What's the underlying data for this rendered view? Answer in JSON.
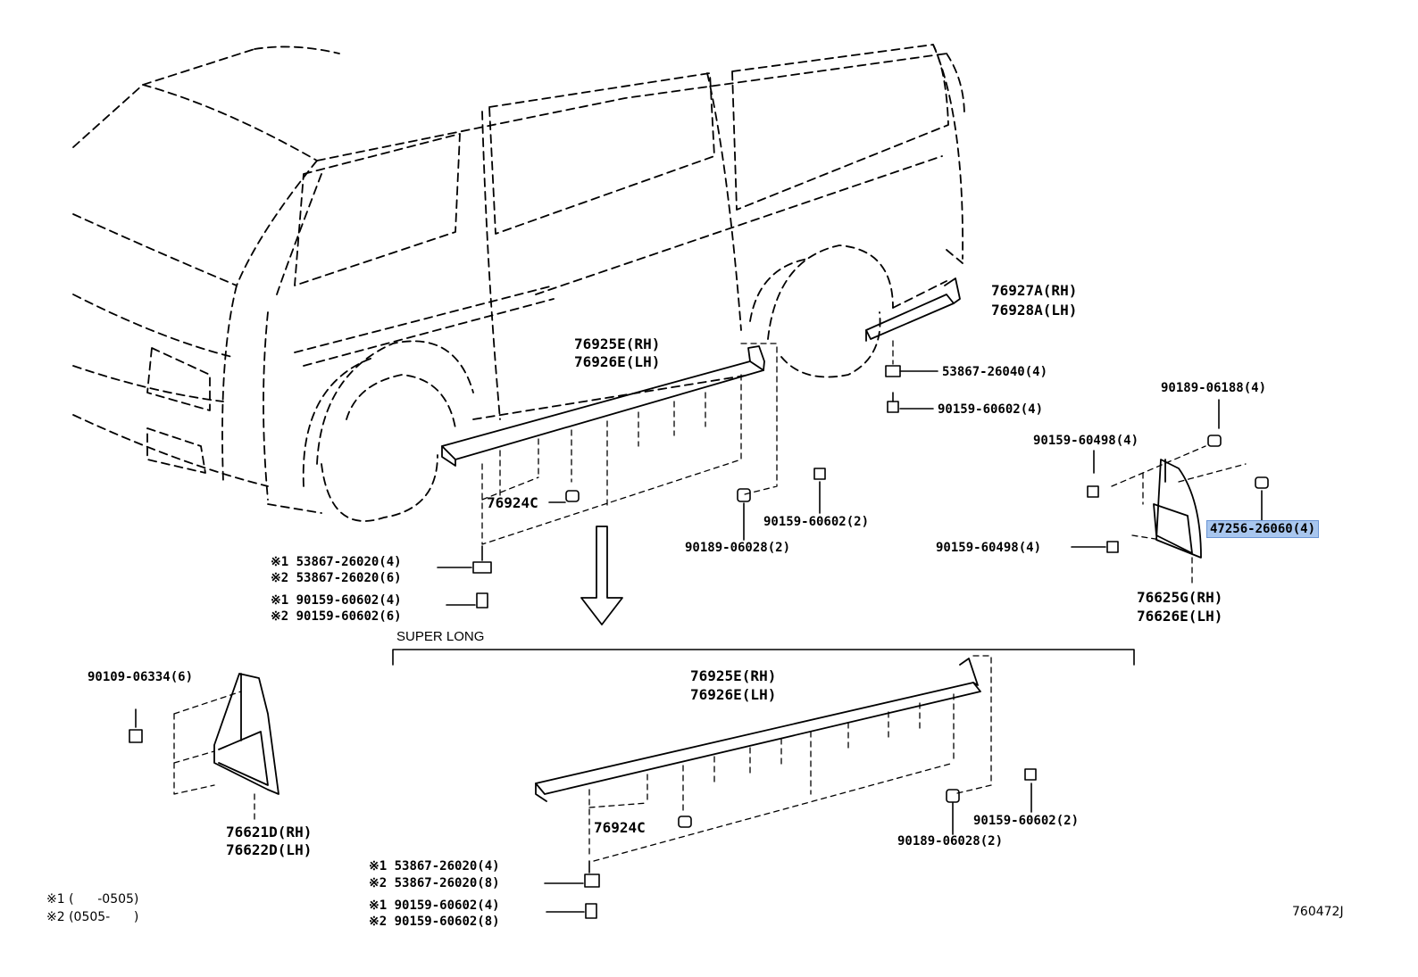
{
  "labels": {
    "molding_rh": "76925E(RH)",
    "molding_lh": "76926E(LH)",
    "rear_ext_rh": "76927A(RH)",
    "rear_ext_lh": "76928A(LH)",
    "nut_rear": "53867-26040(4)",
    "screw_rear": "90159-60602(4)",
    "clip_top": "90189-06188(4)",
    "screw_flap_1": "90159-60498(4)",
    "screw_flap_2": "90159-60498(4)",
    "clip_flap_highlight": "47256-26060(4)",
    "flap_rear_rh": "76625G(RH)",
    "flap_rear_lh": "76626E(LH)",
    "clip_mid": "76924C",
    "screw_mid": "90159-60602(2)",
    "nut_mid": "90189-06028(2)",
    "x1_nut": "※1 53867-26020(4)",
    "x2_nut": "※2 53867-26020(6)",
    "x1_screw": "※1 90159-60602(4)",
    "x2_screw": "※2 90159-60602(6)",
    "section_title": "SUPER LONG",
    "sl_molding_rh": "76925E(RH)",
    "sl_molding_lh": "76926E(LH)",
    "front_screw": "90109-06334(6)",
    "flap_front_rh": "76621D(RH)",
    "flap_front_lh": "76622D(LH)",
    "sl_clip": "76924C",
    "sl_screw_mid": "90159-60602(2)",
    "sl_nut_mid": "90189-06028(2)",
    "sl_x1_nut": "※1 53867-26020(4)",
    "sl_x2_nut": "※2 53867-26020(8)",
    "sl_x1_screw": "※1 90159-60602(4)",
    "sl_x2_screw": "※2 90159-60602(8)",
    "note_1": "※1 (      -0505)",
    "note_2": "※2 (0505-      )",
    "diagram_code": "760472J"
  },
  "colors": {
    "line": "#000000",
    "highlight": "#a8c6ee",
    "background": "#ffffff"
  }
}
